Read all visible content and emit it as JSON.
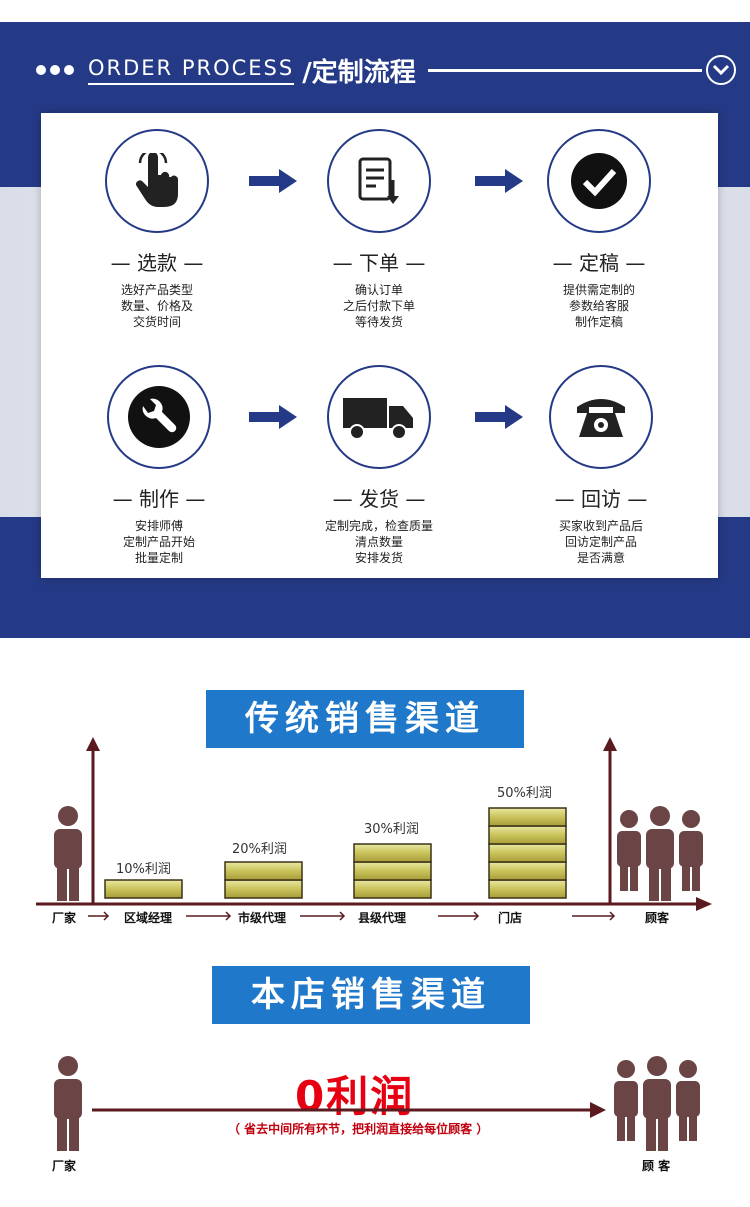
{
  "header": {
    "en": "ORDER PROCESS",
    "cn": "/定制流程"
  },
  "steps": [
    {
      "title": "— 选款 —",
      "desc": "选好产品类型\n数量、价格及\n交货时间",
      "icon": "hand-pointer-icon"
    },
    {
      "title": "— 下单 —",
      "desc": "确认订单\n之后付款下单\n等待发货",
      "icon": "document-download-icon"
    },
    {
      "title": "— 定稿 —",
      "desc": "提供需定制的\n参数给客服\n制作定稿",
      "icon": "checkmark-icon"
    },
    {
      "title": "— 制作 —",
      "desc": "安排师傅\n定制产品开始\n批量定制",
      "icon": "wrench-icon"
    },
    {
      "title": "— 发货 —",
      "desc": "定制完成，检查质量\n清点数量\n安排发货",
      "icon": "truck-icon"
    },
    {
      "title": "— 回访 —",
      "desc": "买家收到产品后\n回访定制产品\n是否满意",
      "icon": "telephone-icon"
    }
  ],
  "traditional": {
    "title": "传统销售渠道",
    "labels": [
      "厂家",
      "区域经理",
      "市级代理",
      "县级代理",
      "门店",
      "顾客"
    ],
    "profits": [
      "10%利润",
      "20%利润",
      "30%利润",
      "50%利润"
    ],
    "bar_levels": [
      1,
      2,
      3,
      5
    ]
  },
  "store": {
    "title": "本店销售渠道",
    "zero": "0利润",
    "note": "（ 省去中间所有环节，把利润直接给每位顾客 ）",
    "labels": [
      "厂家",
      "顾 客"
    ]
  },
  "colors": {
    "navy": "#253a86",
    "blue": "#1f78c9",
    "maroon": "#5a1a1e",
    "person": "#6b4545",
    "red": "#e60012"
  }
}
